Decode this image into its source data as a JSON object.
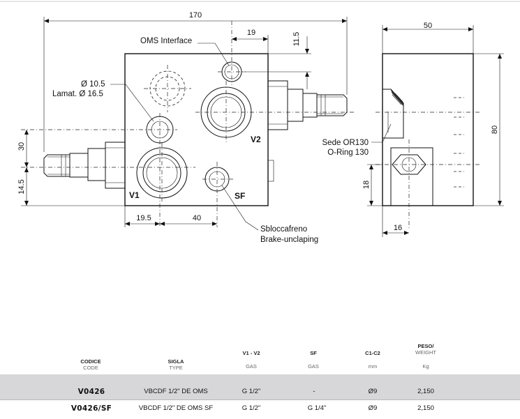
{
  "drawing": {
    "dimensions": {
      "overall_width": "170",
      "top_offset": "19",
      "top_height": "11.5",
      "side_width": "50",
      "side_height": "80",
      "left_30": "30",
      "left_14_5": "14.5",
      "bottom_19_5": "19.5",
      "bottom_40": "40",
      "side_18": "18",
      "side_16": "16"
    },
    "labels": {
      "oms_interface": "OMS Interface",
      "hole_diameter": "Ø 10.5",
      "counterbore": "Lamat. Ø 16.5",
      "sede": "Sede OR130",
      "oring": "O-Ring 130",
      "sblocca": "Sbloccafreno",
      "brake": "Brake-unclaping"
    },
    "ports": {
      "v1": "V1",
      "v2": "V2",
      "sf": "SF"
    }
  },
  "table": {
    "columns": [
      {
        "h1": "CODICE",
        "h2": "CODE"
      },
      {
        "h1": "SIGLA",
        "h2": "TYPE"
      },
      {
        "h1": "V1 - V2",
        "h2": "GAS"
      },
      {
        "h1": "SF",
        "h2": "GAS"
      },
      {
        "h1": "C1-C2",
        "h2": "mm"
      },
      {
        "h1": "PESO/",
        "h1b": "WEIGHT",
        "h2": "Kg"
      }
    ],
    "rows": [
      {
        "code": "V0426",
        "type": "VBCDF 1/2\" DE OMS",
        "v1v2": "G 1/2\"",
        "sf": "-",
        "c1c2": "Ø9",
        "weight": "2,150"
      },
      {
        "code": "V0426/SF",
        "type": "VBCDF 1/2\" DE OMS SF",
        "v1v2": "G 1/2\"",
        "sf": "G 1/4\"",
        "c1c2": "Ø9",
        "weight": "2,150"
      }
    ]
  }
}
